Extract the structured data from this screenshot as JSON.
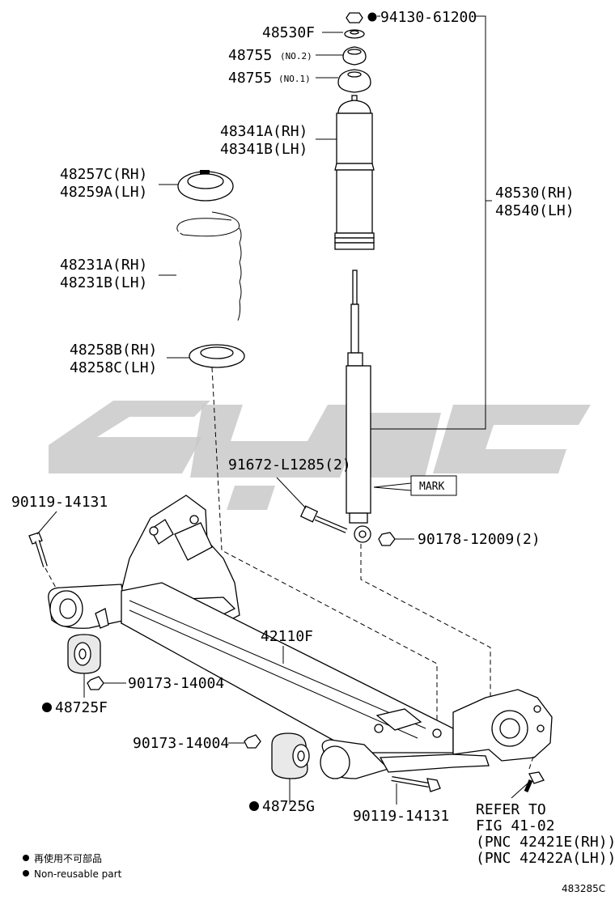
{
  "parts": {
    "nut_top": "94130-61200",
    "bracket": "48530F",
    "support_no2": "48755",
    "support_no2_note": "(NO.2)",
    "support_no1": "48755",
    "support_no1_note": "(NO.1)",
    "boot_rh": "48341A(RH)",
    "boot_lh": "48341B(LH)",
    "insulator_upper_rh": "48257C(RH)",
    "insulator_upper_lh": "48259A(LH)",
    "spring_rh": "48231A(RH)",
    "spring_lh": "48231B(LH)",
    "insulator_lower_rh": "48258B(RH)",
    "insulator_lower_lh": "48258C(LH)",
    "absorber_rh": "48530(RH)",
    "absorber_lh": "48540(LH)",
    "bolt_absorber": "91672-L1285(2)",
    "mark": "MARK",
    "nut_absorber": "90178-12009(2)",
    "bolt_left": "90119-14131",
    "beam": "42110F",
    "nut_left": "90173-14004",
    "bush_left": "48725F",
    "nut_center": "90173-14004",
    "bush_center": "48725G",
    "bolt_center": "90119-14131",
    "refer_line1": "REFER TO",
    "refer_line2": "FIG 41-02",
    "refer_line3": "(PNC 42421E(RH))",
    "refer_line4": "(PNC 42422A(LH))"
  },
  "legend": {
    "line1": "再使用不可部品",
    "line2": "Non-reusable part"
  },
  "figure_id": "483285C"
}
